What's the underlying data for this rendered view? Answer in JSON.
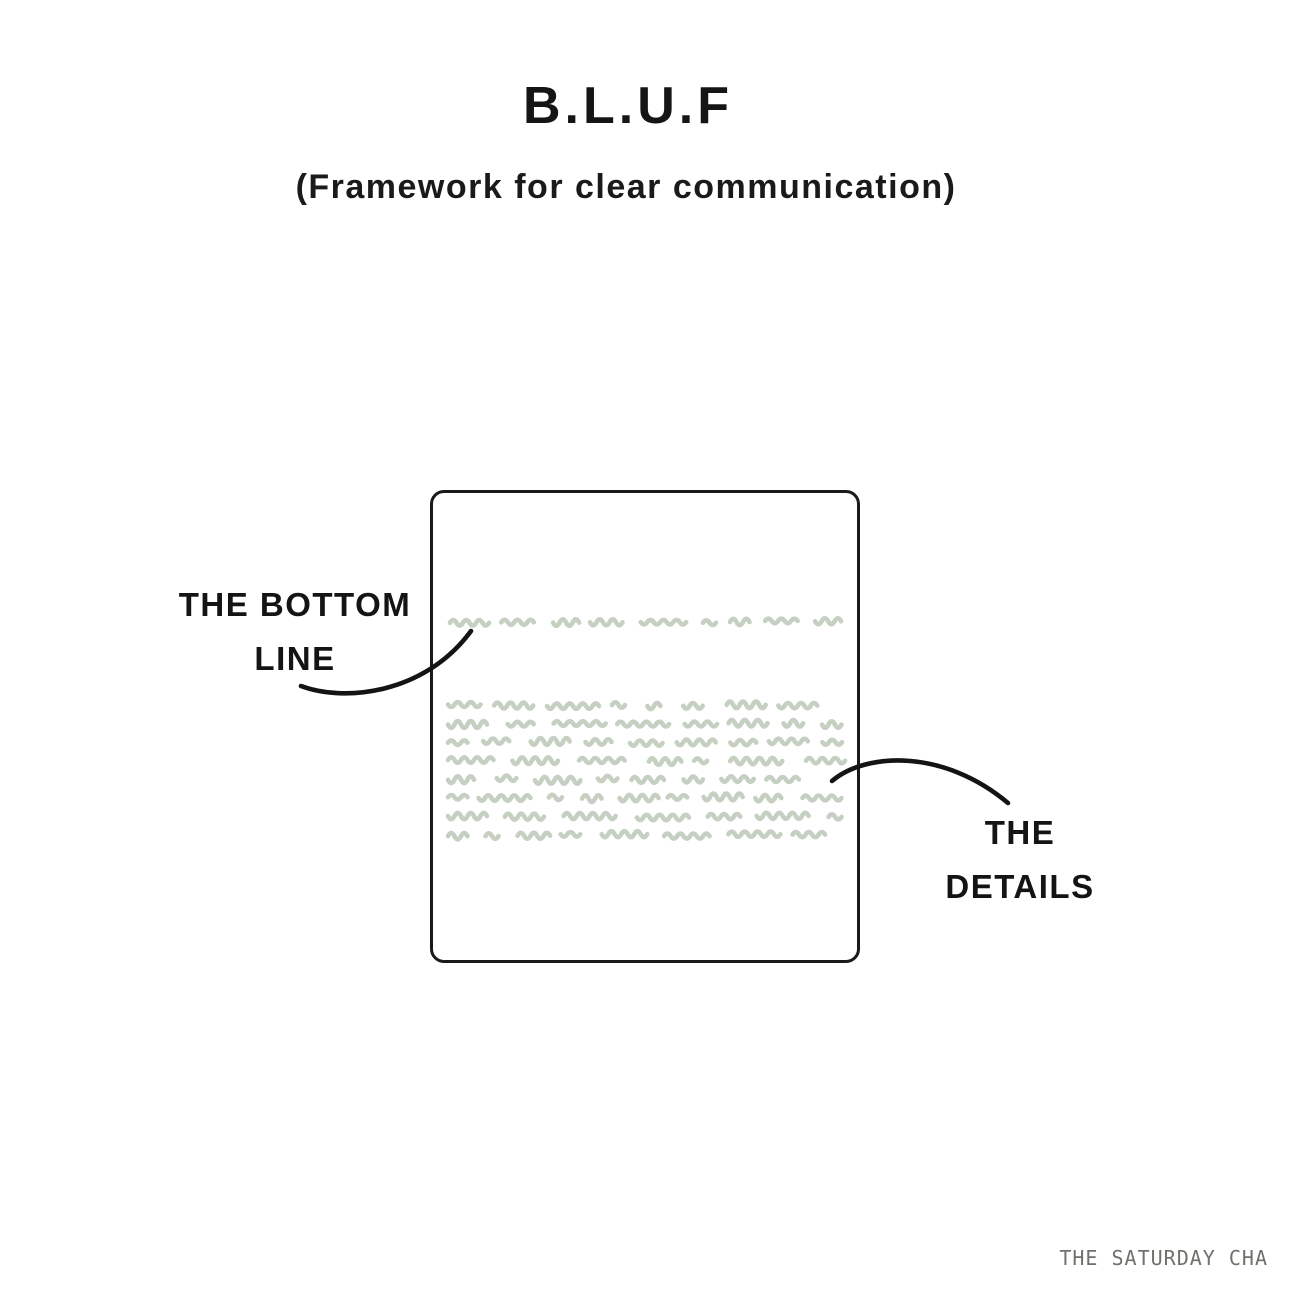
{
  "title": "B.L.U.F",
  "subtitle": "(Framework for clear communication)",
  "labels": {
    "bottom_line": {
      "line1": "THE BOTTOM",
      "line2": "LINE"
    },
    "details": {
      "line1": "THE",
      "line2": "DETAILS"
    }
  },
  "watermark": "THE SATURDAY CHA",
  "diagram": {
    "document_box": {
      "border_color": "#1a1a1a",
      "background": "#ffffff"
    },
    "squiggles": {
      "color": "#c6d0c2",
      "bottom_line_rows": 1,
      "details_rows": 8
    },
    "connector_color": "#141414"
  },
  "colors": {
    "background": "#ffffff",
    "text": "#151515",
    "watermark": "#6e726b"
  }
}
